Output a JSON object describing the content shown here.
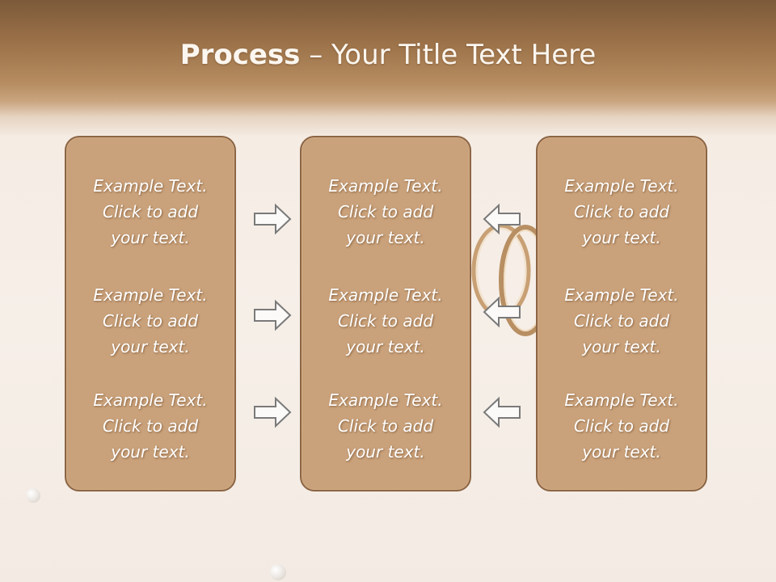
{
  "slide": {
    "title_bold": "Process",
    "title_rest": " – Your Title Text Here"
  },
  "columns": [
    {
      "items": [
        {
          "line1": "Example Text.",
          "line2": "Click  to add",
          "line3": "your text."
        },
        {
          "line1": "Example Text.",
          "line2": "Click  to add",
          "line3": "your text."
        },
        {
          "line1": "Example Text.",
          "line2": "Click  to add",
          "line3": "your text."
        }
      ]
    },
    {
      "items": [
        {
          "line1": "Example Text.",
          "line2": "Click  to add",
          "line3": "your text."
        },
        {
          "line1": "Example Text.",
          "line2": "Click  to add",
          "line3": "your text."
        },
        {
          "line1": "Example Text.",
          "line2": "Click  to add",
          "line3": "your text."
        }
      ]
    },
    {
      "items": [
        {
          "line1": "Example Text.",
          "line2": "Click  to add",
          "line3": "your text."
        },
        {
          "line1": "Example Text.",
          "line2": "Click  to add",
          "line3": "your text."
        },
        {
          "line1": "Example Text.",
          "line2": "Click  to add",
          "line3": "your text."
        }
      ]
    }
  ],
  "icons": {
    "left_arrows": "arrow-right-icon",
    "right_arrows": "arrow-left-icon",
    "decoration": "wedding-rings-icon"
  },
  "colors": {
    "box_fill": "#c9a17a",
    "box_border": "#8c6544",
    "header_brown": "#9a7048",
    "arrow_stroke": "#7a7a7a"
  }
}
